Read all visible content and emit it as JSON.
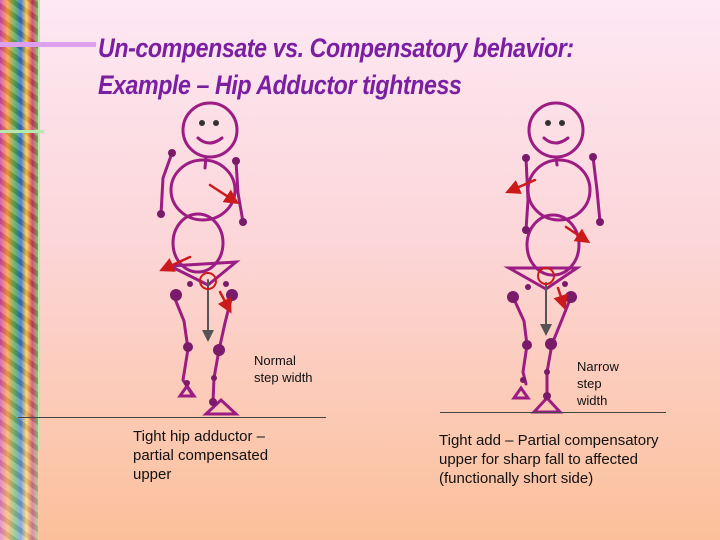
{
  "title": {
    "line1": "Un-compensate vs. Compensatory behavior:",
    "line2": "Example – Hip Adductor tightness"
  },
  "figures": {
    "left": {
      "step_label_line1": "Normal",
      "step_label_line2": "step width",
      "caption_line1": "Tight hip adductor –",
      "caption_line2": "partial compensated",
      "caption_line3": "upper"
    },
    "right": {
      "step_label_line1": "Narrow",
      "step_label_line2": "step",
      "step_label_line3": "width",
      "caption_line1": "Tight add – Partial compensatory",
      "caption_line2": "upper for sharp fall to affected",
      "caption_line3": "(functionally short side)"
    }
  },
  "colors": {
    "figure_stroke": "#9b1c82",
    "joint": "#7a1a6a",
    "arrow": "#cc1a1a",
    "title": "#7a1fa2"
  }
}
